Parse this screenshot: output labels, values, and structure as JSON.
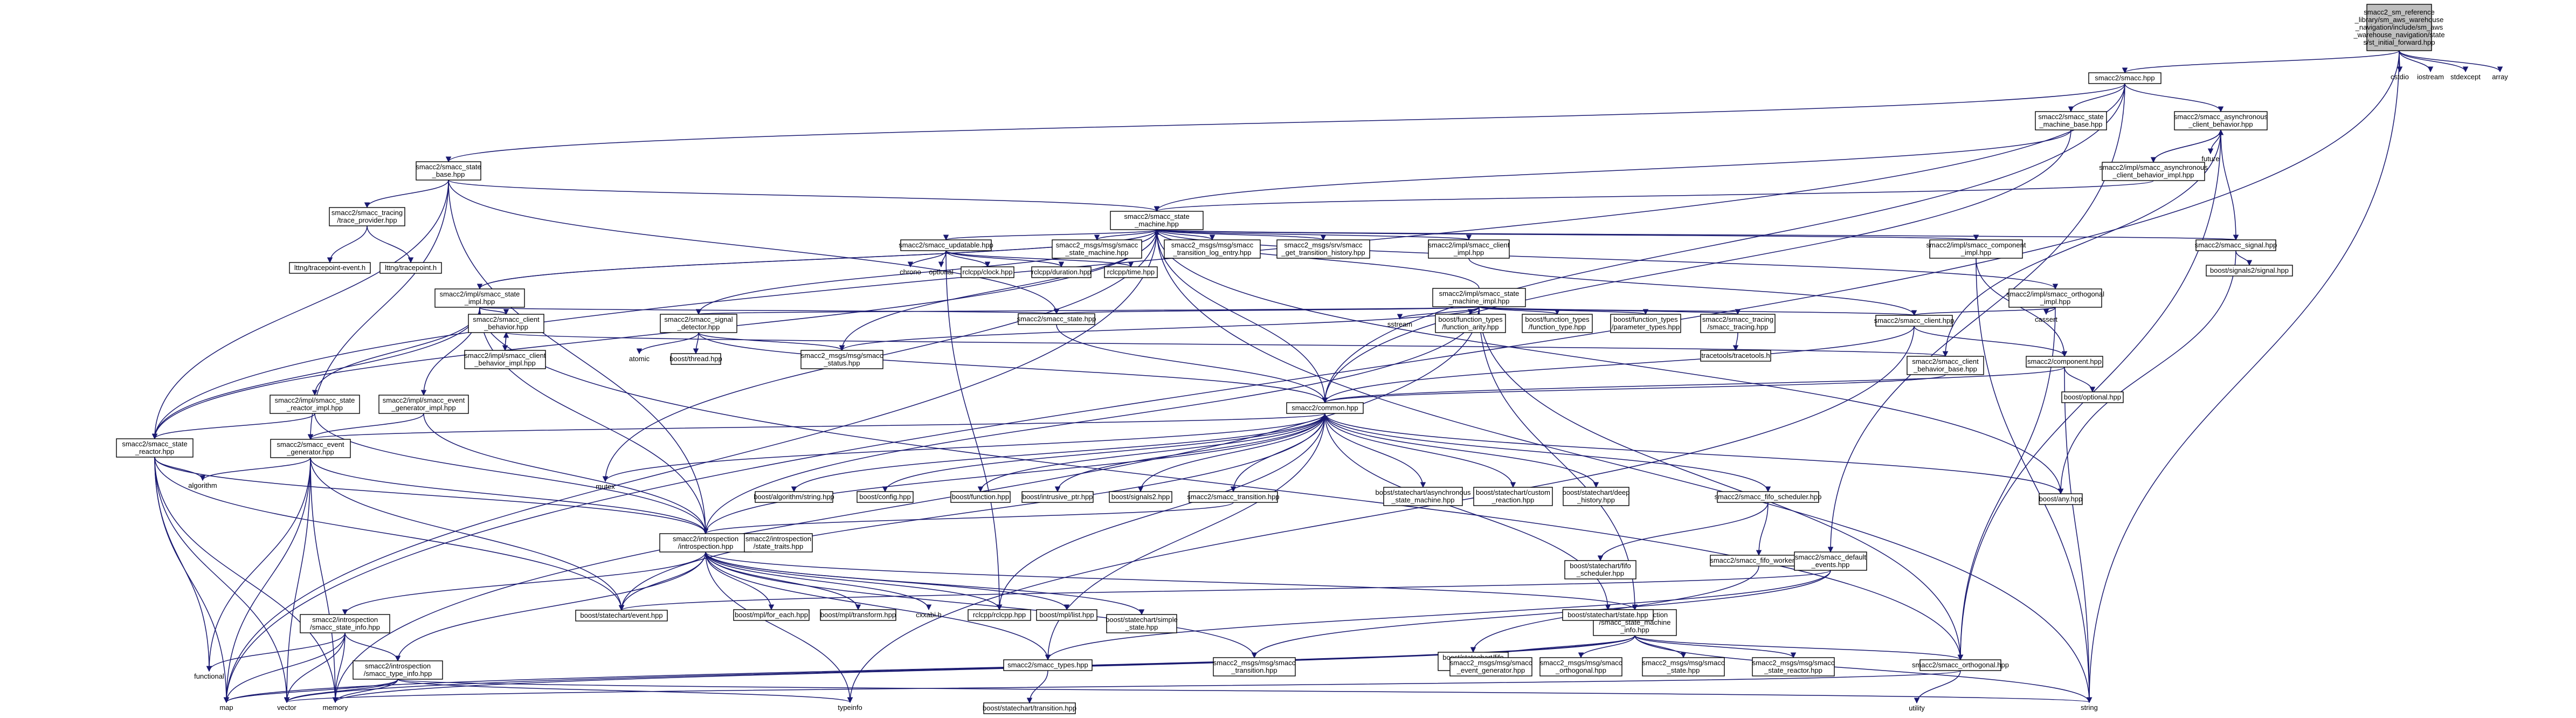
{
  "nodes": {
    "root": [
      "smacc2_sm_reference",
      "_library/sm_aws_warehouse",
      "_navigation/include/sm_aws",
      "_warehouse_navigation/state",
      "s/st_initial_forward.hpp"
    ],
    "cstdio": [
      "cstdio"
    ],
    "iostream": [
      "iostream"
    ],
    "stdexcept": [
      "stdexcept"
    ],
    "array": [
      "array"
    ],
    "smacc_hpp": [
      "smacc2/smacc.hpp"
    ],
    "state_machine_base": [
      "smacc2/smacc_state",
      "_machine_base.hpp"
    ],
    "async_behavior": [
      "smacc2/smacc_asynchronous",
      "_client_behavior.hpp"
    ],
    "async_impl": [
      "smacc2/impl/smacc_asynchronous",
      "_client_behavior_impl.hpp"
    ],
    "future": [
      "future"
    ],
    "state_base": [
      "smacc2/smacc_state",
      "_base.hpp"
    ],
    "tracing_provider": [
      "smacc2/smacc_tracing",
      "/trace_provider.hpp"
    ],
    "lttng_event": [
      "lttng/tracepoint-event.h"
    ],
    "lttng_tp": [
      "lttng/tracepoint.h"
    ],
    "state_machine": [
      "smacc2/smacc_state",
      "_machine.hpp"
    ],
    "updatable": [
      "smacc2/smacc_updatable.hpp"
    ],
    "msg_sm": [
      "smacc2_msgs/msg/smacc",
      "_state_machine.hpp"
    ],
    "msg_trans_log": [
      "smacc2_msgs/msg/smacc",
      "_transition_log_entry.hpp"
    ],
    "srv_hist": [
      "smacc2_msgs/srv/smacc",
      "_get_transition_history.hpp"
    ],
    "client_impl": [
      "smacc2/impl/smacc_client",
      "_impl.hpp"
    ],
    "component_impl": [
      "smacc2/impl/smacc_component",
      "_impl.hpp"
    ],
    "signal_hpp": [
      "smacc2/smacc_signal.hpp"
    ],
    "signals2_signal": [
      "boost/signals2/signal.hpp"
    ],
    "chrono": [
      "chrono"
    ],
    "optional": [
      "optional"
    ],
    "rclcpp_clock": [
      "rclcpp/clock.hpp"
    ],
    "rclcpp_duration": [
      "rclcpp/duration.hpp"
    ],
    "rclcpp_time": [
      "rclcpp/time.hpp"
    ],
    "state_impl": [
      "smacc2/impl/smacc_state",
      "_impl.hpp"
    ],
    "sm_impl": [
      "smacc2/impl/smacc_state",
      "_machine_impl.hpp"
    ],
    "orthogonal_impl": [
      "smacc2/impl/smacc_orthogonal",
      "_impl.hpp"
    ],
    "cassert": [
      "cassert"
    ],
    "client_behavior": [
      "smacc2/smacc_client",
      "_behavior.hpp"
    ],
    "client_behavior_impl": [
      "smacc2/impl/smacc_client",
      "_behavior_impl.hpp"
    ],
    "signal_detector": [
      "smacc2/smacc_signal",
      "_detector.hpp"
    ],
    "atomic": [
      "atomic"
    ],
    "boost_thread": [
      "boost/thread.hpp"
    ],
    "msg_status": [
      "smacc2_msgs/msg/smacc",
      "_status.hpp"
    ],
    "state_hpp": [
      "smacc2/smacc_state.hpp"
    ],
    "sstream": [
      "sstream"
    ],
    "ft_arity": [
      "boost/function_types",
      "/function_arity.hpp"
    ],
    "ft_type": [
      "boost/function_types",
      "/function_type.hpp"
    ],
    "ft_params": [
      "boost/function_types",
      "/parameter_types.hpp"
    ],
    "smacc_tracing": [
      "smacc2/smacc_tracing",
      "/smacc_tracing.hpp"
    ],
    "tracetools": [
      "tracetools/tracetools.h"
    ],
    "client_hpp": [
      "smacc2/smacc_client.hpp"
    ],
    "client_behavior_base": [
      "smacc2/smacc_client",
      "_behavior_base.hpp"
    ],
    "component_hpp": [
      "smacc2/component.hpp"
    ],
    "boost_optional": [
      "boost/optional.hpp"
    ],
    "state_reactor_impl": [
      "smacc2/impl/smacc_state",
      "_reactor_impl.hpp"
    ],
    "event_generator_impl": [
      "smacc2/impl/smacc_event",
      "_generator_impl.hpp"
    ],
    "common": [
      "smacc2/common.hpp"
    ],
    "state_reactor": [
      "smacc2/smacc_state",
      "_reactor.hpp"
    ],
    "event_generator": [
      "smacc2/smacc_event",
      "_generator.hpp"
    ],
    "algorithm": [
      "algorithm"
    ],
    "mutex": [
      "mutex"
    ],
    "algo_string": [
      "boost/algorithm/string.hpp"
    ],
    "boost_config": [
      "boost/config.hpp"
    ],
    "boost_function": [
      "boost/function.hpp"
    ],
    "intrusive_ptr": [
      "boost/intrusive_ptr.hpp"
    ],
    "signals2": [
      "boost/signals2.hpp"
    ],
    "transition_hpp": [
      "smacc2/smacc_transition.hpp"
    ],
    "async_sm": [
      "boost/statechart/asynchronous",
      "_state_machine.hpp"
    ],
    "custom_reaction": [
      "boost/statechart/custom",
      "_reaction.hpp"
    ],
    "deep_history": [
      "boost/statechart/deep",
      "_history.hpp"
    ],
    "fifo_scheduler_hpp": [
      "smacc2/smacc_fifo_scheduler.hpp"
    ],
    "boost_any": [
      "boost/any.hpp"
    ],
    "introspection": [
      "smacc2/introspection",
      "/introspection.hpp"
    ],
    "state_traits": [
      "smacc2/introspection",
      "/state_traits.hpp"
    ],
    "fifo_scheduler": [
      "boost/statechart/fifo",
      "_scheduler.hpp"
    ],
    "fifo_worker_hpp": [
      "smacc2/smacc_fifo_worker.hpp"
    ],
    "default_events": [
      "smacc2/smacc_default",
      "_events.hpp"
    ],
    "sm_info": [
      "smacc2/introspection",
      "/smacc_state_machine",
      "_info.hpp"
    ],
    "state_info": [
      "smacc2/introspection",
      "/smacc_state_info.hpp"
    ],
    "functional": [
      "functional"
    ],
    "sc_event": [
      "boost/statechart/event.hpp"
    ],
    "mpl_for_each": [
      "boost/mpl/for_each.hpp"
    ],
    "mpl_transform": [
      "boost/mpl/transform.hpp"
    ],
    "cxxabi": [
      "cxxabi.h"
    ],
    "rclcpp": [
      "rclcpp/rclcpp.hpp"
    ],
    "mpl_list": [
      "boost/mpl/list.hpp"
    ],
    "simple_state": [
      "boost/statechart/simple",
      "_state.hpp"
    ],
    "sc_fifo_worker": [
      "boost/statechart/fifo",
      "_worker.hpp"
    ],
    "sc_state": [
      "boost/statechart/state.hpp"
    ],
    "type_info": [
      "smacc2/introspection",
      "/smacc_type_info.hpp"
    ],
    "types": [
      "smacc2/smacc_types.hpp"
    ],
    "msg_transition": [
      "smacc2_msgs/msg/smacc",
      "_transition.hpp"
    ],
    "msg_evgen": [
      "smacc2_msgs/msg/smacc",
      "_event_generator.hpp"
    ],
    "msg_orth": [
      "smacc2_msgs/msg/smacc",
      "_orthogonal.hpp"
    ],
    "msg_state": [
      "smacc2_msgs/msg/smacc",
      "_state.hpp"
    ],
    "msg_reactor": [
      "smacc2_msgs/msg/smacc",
      "_state_reactor.hpp"
    ],
    "orthogonal_hpp": [
      "smacc2/smacc_orthogonal.hpp"
    ],
    "utility": [
      "utility"
    ],
    "sc_transition": [
      "boost/statechart/transition.hpp"
    ],
    "map": [
      "map"
    ],
    "vector": [
      "vector"
    ],
    "memory": [
      "memory"
    ],
    "typeinfo": [
      "typeinfo"
    ],
    "string": [
      "string"
    ]
  },
  "colors": {
    "edge": "#191970",
    "root_fill": "#bfbfbf",
    "node_border": "#000000"
  }
}
